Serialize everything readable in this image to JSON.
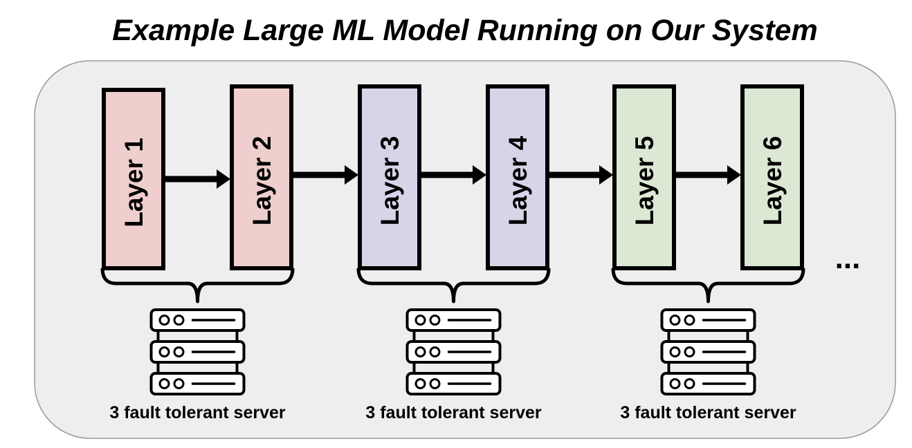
{
  "title": "Example Large ML Model Running on Our System",
  "layers": [
    {
      "label": "Layer 1",
      "fill": "#efcfcd"
    },
    {
      "label": "Layer 2",
      "fill": "#efcfcd"
    },
    {
      "label": "Layer 3",
      "fill": "#d9d3e8"
    },
    {
      "label": "Layer 4",
      "fill": "#d9d3e8"
    },
    {
      "label": "Layer 5",
      "fill": "#dae8d4"
    },
    {
      "label": "Layer 6",
      "fill": "#dae8d4"
    }
  ],
  "server_groups": [
    {
      "label": "3 fault tolerant server",
      "icon": "server-rack-icon"
    },
    {
      "label": "3 fault tolerant server",
      "icon": "server-rack-icon"
    },
    {
      "label": "3 fault tolerant server",
      "icon": "server-rack-icon"
    }
  ],
  "ellipsis": "...",
  "colors": {
    "container_fill": "#eeeeee",
    "container_stroke": "#999999",
    "stroke": "#000000"
  }
}
